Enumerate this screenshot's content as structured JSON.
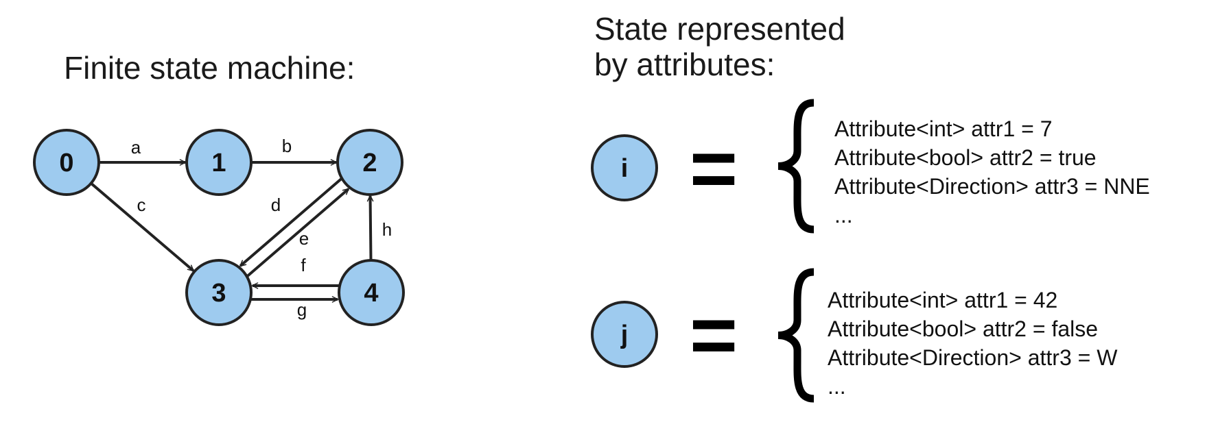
{
  "fsm_title": "Finite state machine:",
  "attributes_title": [
    "State represented",
    "by attributes:"
  ],
  "colors": {
    "node_fill": "#9ecbef",
    "stroke": "#222222"
  },
  "nodes": [
    {
      "id": "0",
      "label": "0"
    },
    {
      "id": "1",
      "label": "1"
    },
    {
      "id": "2",
      "label": "2"
    },
    {
      "id": "3",
      "label": "3"
    },
    {
      "id": "4",
      "label": "4"
    }
  ],
  "edges": [
    {
      "from": "0",
      "to": "1",
      "label": "a"
    },
    {
      "from": "1",
      "to": "2",
      "label": "b"
    },
    {
      "from": "0",
      "to": "3",
      "label": "c"
    },
    {
      "from": "2",
      "to": "3",
      "label": "d"
    },
    {
      "from": "3",
      "to": "2",
      "label": "e"
    },
    {
      "from": "4",
      "to": "3",
      "label": "f"
    },
    {
      "from": "3",
      "to": "4",
      "label": "g"
    },
    {
      "from": "4",
      "to": "2",
      "label": "h"
    }
  ],
  "states": [
    {
      "label": "i",
      "equals": "=",
      "lines": [
        "Attribute<int> attr1 = 7",
        "Attribute<bool> attr2 = true",
        "Attribute<Direction> attr3 = NNE",
        "..."
      ]
    },
    {
      "label": "j",
      "equals": "=",
      "lines": [
        "Attribute<int> attr1 = 42",
        "Attribute<bool> attr2 = false",
        "Attribute<Direction> attr3 = W",
        "..."
      ]
    }
  ]
}
